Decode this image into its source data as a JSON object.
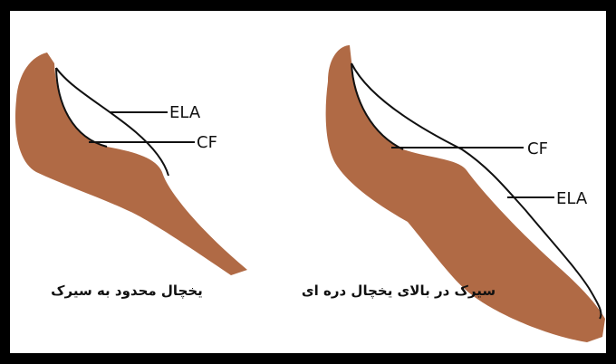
{
  "colors": {
    "frame": "#000000",
    "background": "#ffffff",
    "bedrock": "#b06a45",
    "ink": "#111111"
  },
  "left_panel": {
    "ela_label": "ELA",
    "cf_label": "CF",
    "caption": "یخچال محدود به سیرک"
  },
  "right_panel": {
    "cf_label": "CF",
    "ela_label": "ELA",
    "caption": "سیرک در بالای یخچال دره ای"
  }
}
